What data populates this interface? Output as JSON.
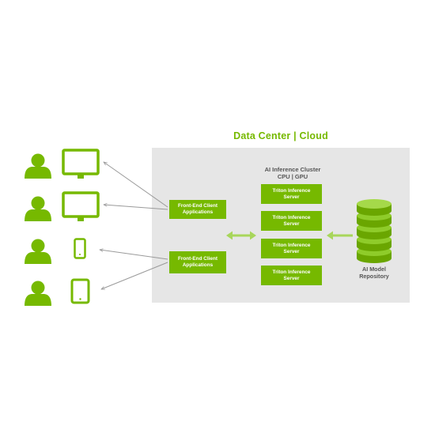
{
  "colors": {
    "accent": "#76b900",
    "panel": "#e6e6e6",
    "text_gray": "#555555",
    "connector_gray": "#9a9a9a",
    "arrow_green": "#a8d65b"
  },
  "data_center": {
    "title": "Data Center | Cloud"
  },
  "front_end": [
    {
      "line1": "Front-End Client",
      "line2": "Applications"
    },
    {
      "line1": "Front-End Client",
      "line2": "Applications"
    }
  ],
  "cluster": {
    "line1": "AI Inference Cluster",
    "line2": "CPU | GPU",
    "servers": [
      {
        "line1": "Triton Inference",
        "line2": "Server"
      },
      {
        "line1": "Triton Inference",
        "line2": "Server"
      },
      {
        "line1": "Triton Inference",
        "line2": "Server"
      },
      {
        "line1": "Triton Inference",
        "line2": "Server"
      }
    ]
  },
  "repository": {
    "line1": "AI Model",
    "line2": "Repository"
  },
  "clients": [
    {
      "user_icon": "user-icon",
      "device_icon": "desktop-monitor-icon"
    },
    {
      "user_icon": "user-icon",
      "device_icon": "desktop-monitor-icon"
    },
    {
      "user_icon": "user-icon",
      "device_icon": "smartphone-icon"
    },
    {
      "user_icon": "user-icon",
      "device_icon": "tablet-icon"
    }
  ]
}
